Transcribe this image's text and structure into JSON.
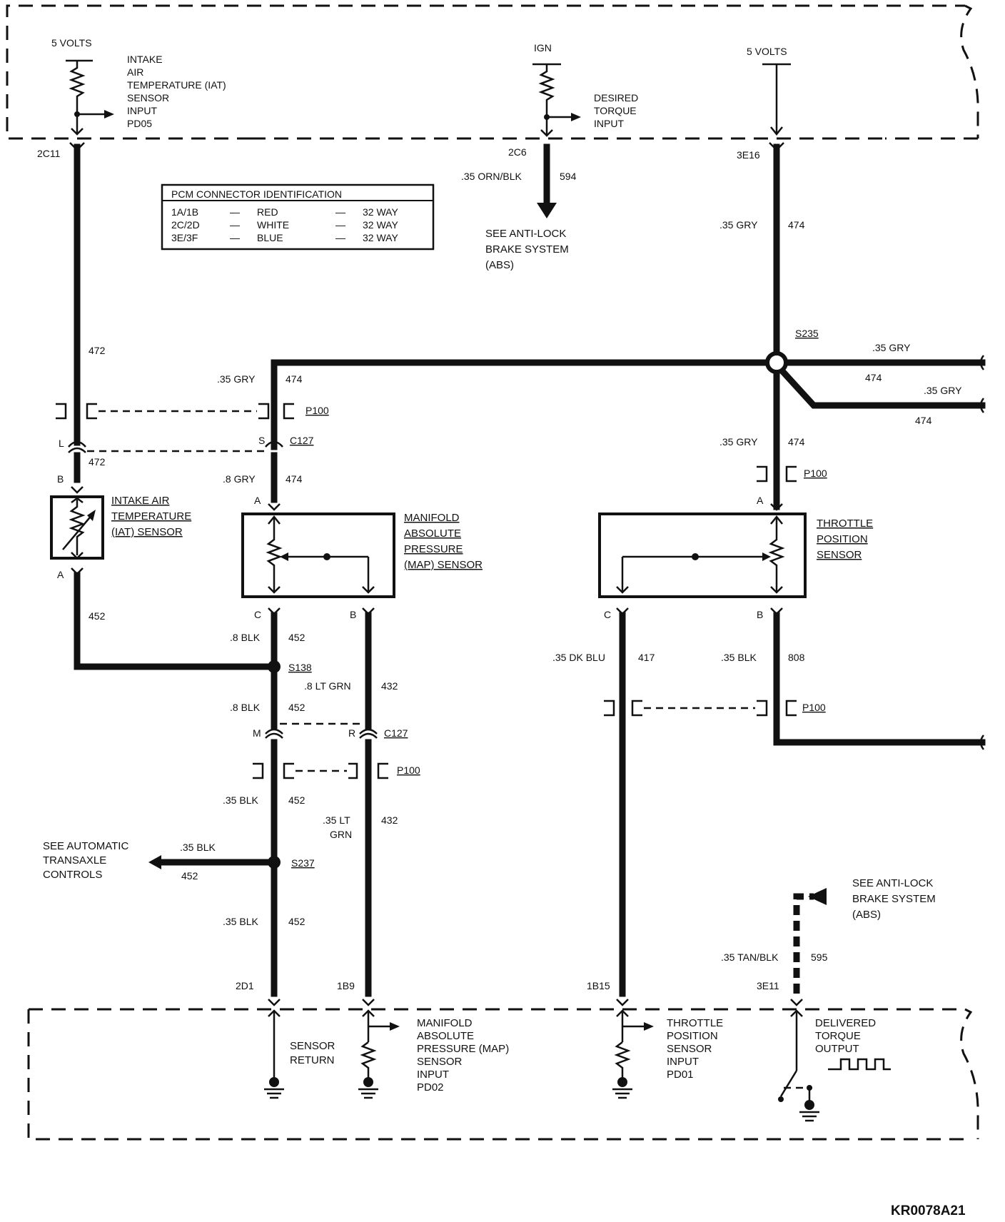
{
  "pcm_top": {
    "iat_supply": "5 VOLTS",
    "iat_input": [
      "INTAKE",
      "AIR",
      "TEMPERATURE (IAT)",
      "SENSOR",
      "INPUT",
      "PD05"
    ],
    "ign": "IGN",
    "desired_torque": [
      "DESIRED",
      "TORQUE",
      "INPUT"
    ],
    "tps_supply": "5 VOLTS"
  },
  "pins_top": {
    "iat": "2C11",
    "torque": "2C6",
    "tps_ref": "3E16"
  },
  "connector_table": {
    "title": "PCM CONNECTOR IDENTIFICATION",
    "rows": [
      [
        "1A/1B",
        "—",
        "RED",
        "—",
        "32 WAY"
      ],
      [
        "2C/2D",
        "—",
        "WHITE",
        "—",
        "32 WAY"
      ],
      [
        "3E/3F",
        "—",
        "BLUE",
        "—",
        "32 WAY"
      ]
    ]
  },
  "abs_top": {
    "wire": ".35 ORN/BLK",
    "circuit": "594",
    "note": [
      "SEE ANTI-LOCK",
      "BRAKE SYSTEM",
      "(ABS)"
    ]
  },
  "wires": {
    "iat_472a": "472",
    "iat_472b": "472",
    "iat_452": "452",
    "ref_gry_top": ".35 GRY",
    "ref_474_top": "474",
    "splice_s235": "S235",
    "right_gry_1": ".35 GRY",
    "right_474_1": "474",
    "right_gry_2": ".35 GRY",
    "right_474_2": "474",
    "map_gry": ".35 GRY",
    "map_474": "474",
    "map_8gry": ".8 GRY",
    "map_8gry_474": "474",
    "tps_gry": ".35 GRY",
    "tps_474": "474",
    "map_c_blk": ".8 BLK",
    "map_c_452": "452",
    "s138": "S138",
    "map_b_grn": ".8 LT GRN",
    "map_b_432": "432",
    "blk_8b": ".8 BLK",
    "blk_8b_452": "452",
    "c127_bot": "C127",
    "blk_35": ".35 BLK",
    "blk_35_452": "452",
    "ltgrn_35_a": ".35 LT",
    "ltgrn_35_b": "GRN",
    "ltgrn_35_432": "432",
    "s237": "S237",
    "blk_35b": ".35 BLK",
    "blk_35b_452": "452",
    "trans_blk": ".35 BLK",
    "trans_452": "452",
    "trans_note": [
      "SEE  AUTOMATIC",
      "TRANSAXLE",
      "CONTROLS"
    ],
    "tps_c_blu": ".35 DK BLU",
    "tps_c_417": "417",
    "tps_b_blk": ".35 BLK",
    "tps_b_808": "808",
    "tan": ".35 TAN/BLK",
    "tan_595": "595",
    "abs_bot_note": [
      "SEE ANTI-LOCK",
      "BRAKE SYSTEM",
      "(ABS)"
    ]
  },
  "connectors": {
    "p100": "P100",
    "c127": "C127",
    "pin_L": "L",
    "pin_S": "S",
    "pin_M": "M",
    "pin_R": "R"
  },
  "iat_sensor": {
    "label": [
      "INTAKE AIR",
      "TEMPERATURE",
      "(IAT) SENSOR"
    ],
    "pin_b": "B",
    "pin_a": "A"
  },
  "map_sensor": {
    "label": [
      "MANIFOLD",
      "ABSOLUTE",
      "PRESSURE",
      "(MAP) SENSOR"
    ],
    "pin_a": "A",
    "pin_c": "C",
    "pin_b": "B"
  },
  "tps_sensor": {
    "label": [
      "THROTTLE",
      "POSITION",
      "SENSOR"
    ],
    "pin_a": "A",
    "pin_c": "C",
    "pin_b": "B"
  },
  "pins_bottom": {
    "ret": "2D1",
    "map": "1B9",
    "tps": "1B15",
    "torque_out": "3E11"
  },
  "pcm_bottom": {
    "sensor_return": [
      "SENSOR",
      "RETURN"
    ],
    "map_input": [
      "MANIFOLD",
      "ABSOLUTE",
      "PRESSURE (MAP)",
      "SENSOR",
      "INPUT",
      "PD02"
    ],
    "tps_input": [
      "THROTTLE",
      "POSITION",
      "SENSOR",
      "INPUT",
      "PD01"
    ],
    "torque_output": [
      "DELIVERED",
      "TORQUE",
      "OUTPUT"
    ]
  },
  "figure_id": "KR0078A21"
}
